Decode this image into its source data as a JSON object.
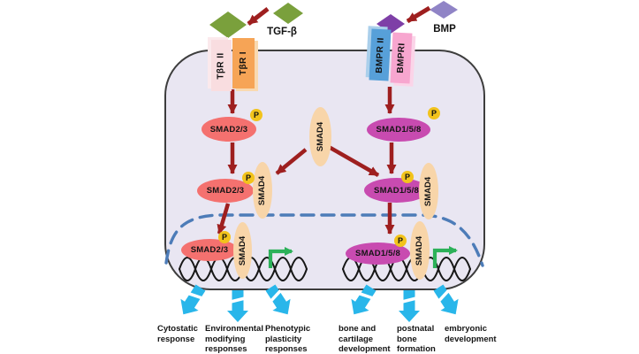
{
  "ligands": {
    "tgf_beta": "TGF-β",
    "bmp": "BMP"
  },
  "receptors": {
    "tbr2": "TβR II",
    "tbr1": "TβR I",
    "bmpr2": "BMPR II",
    "bmpr1": "BMPRI"
  },
  "proteins": {
    "smad23": "SMAD2/3",
    "smad158": "SMAD1/5/8",
    "smad4": "SMAD4",
    "phospho": "P"
  },
  "outcomes": {
    "tgf": [
      "Cytostatic\nresponse",
      "Environmental\nmodifying\nresponses",
      "Phenotypic\nplasticity\nresponses"
    ],
    "bmp": [
      "bone and\ncartilage\ndevelopment",
      "postnatal\nbone\nformation",
      "embryonic\ndevelopment"
    ]
  },
  "colors": {
    "cell_fill": "#e9e6f2",
    "cell_border": "#3d3d3d",
    "arrow_red": "#9e1f1f",
    "arrow_cyan": "#29b6ea",
    "arrow_green": "#2cb159",
    "nuclear_membrane": "#4d7cb8",
    "dna_stroke": "#161616",
    "smad23_fill": "#f4716f",
    "smad158_fill": "#c84bb0",
    "smad4_fill": "#f8d5a9",
    "phospho_fill": "#f2c31c",
    "tgfb_diamond": "#7aa03c",
    "bmp_ligand_diamond": "#9084c6",
    "bmp_receptor_diamond": "#7e3fa7",
    "tbr2_fill": "#f9dde0",
    "tbr1_fill": "#f6a456",
    "bmpr2_fill": "#57a0d9",
    "bmpr1_fill": "#f7a6cf"
  }
}
